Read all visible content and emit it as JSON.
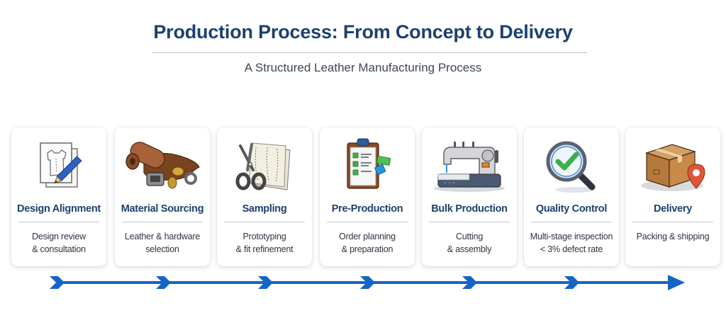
{
  "header": {
    "title": "Production Process: From Concept to Delivery",
    "subtitle": "A Structured Leather Manufacturing Process"
  },
  "colors": {
    "title": "#1d4070",
    "arrow": "#1565c8",
    "rule": "#c3c9d4"
  },
  "steps": [
    {
      "icon": "design-sketch-pencil-icon",
      "name": "Design Alignment",
      "desc_line1": "Design review",
      "desc_line2": "& consultation"
    },
    {
      "icon": "leather-roll-hardware-icon",
      "name": "Material Sourcing",
      "desc_line1": "Leather & hardware",
      "desc_line2": "selection"
    },
    {
      "icon": "scissors-pattern-icon",
      "name": "Sampling",
      "desc_line1": "Prototyping",
      "desc_line2": "& fit refinement"
    },
    {
      "icon": "clipboard-checklist-icon",
      "name": "Pre-Production",
      "desc_line1": "Order planning",
      "desc_line2": "& preparation"
    },
    {
      "icon": "sewing-machine-icon",
      "name": "Bulk Production",
      "desc_line1": "Cutting",
      "desc_line2": "& assembly"
    },
    {
      "icon": "magnifier-check-icon",
      "name": "Quality Control",
      "desc_line1": "Multi-stage inspection",
      "desc_line2": "< 3% defect rate"
    },
    {
      "icon": "package-location-icon",
      "name": "Delivery",
      "desc_line1": "Packing & shipping",
      "desc_line2": ""
    }
  ]
}
